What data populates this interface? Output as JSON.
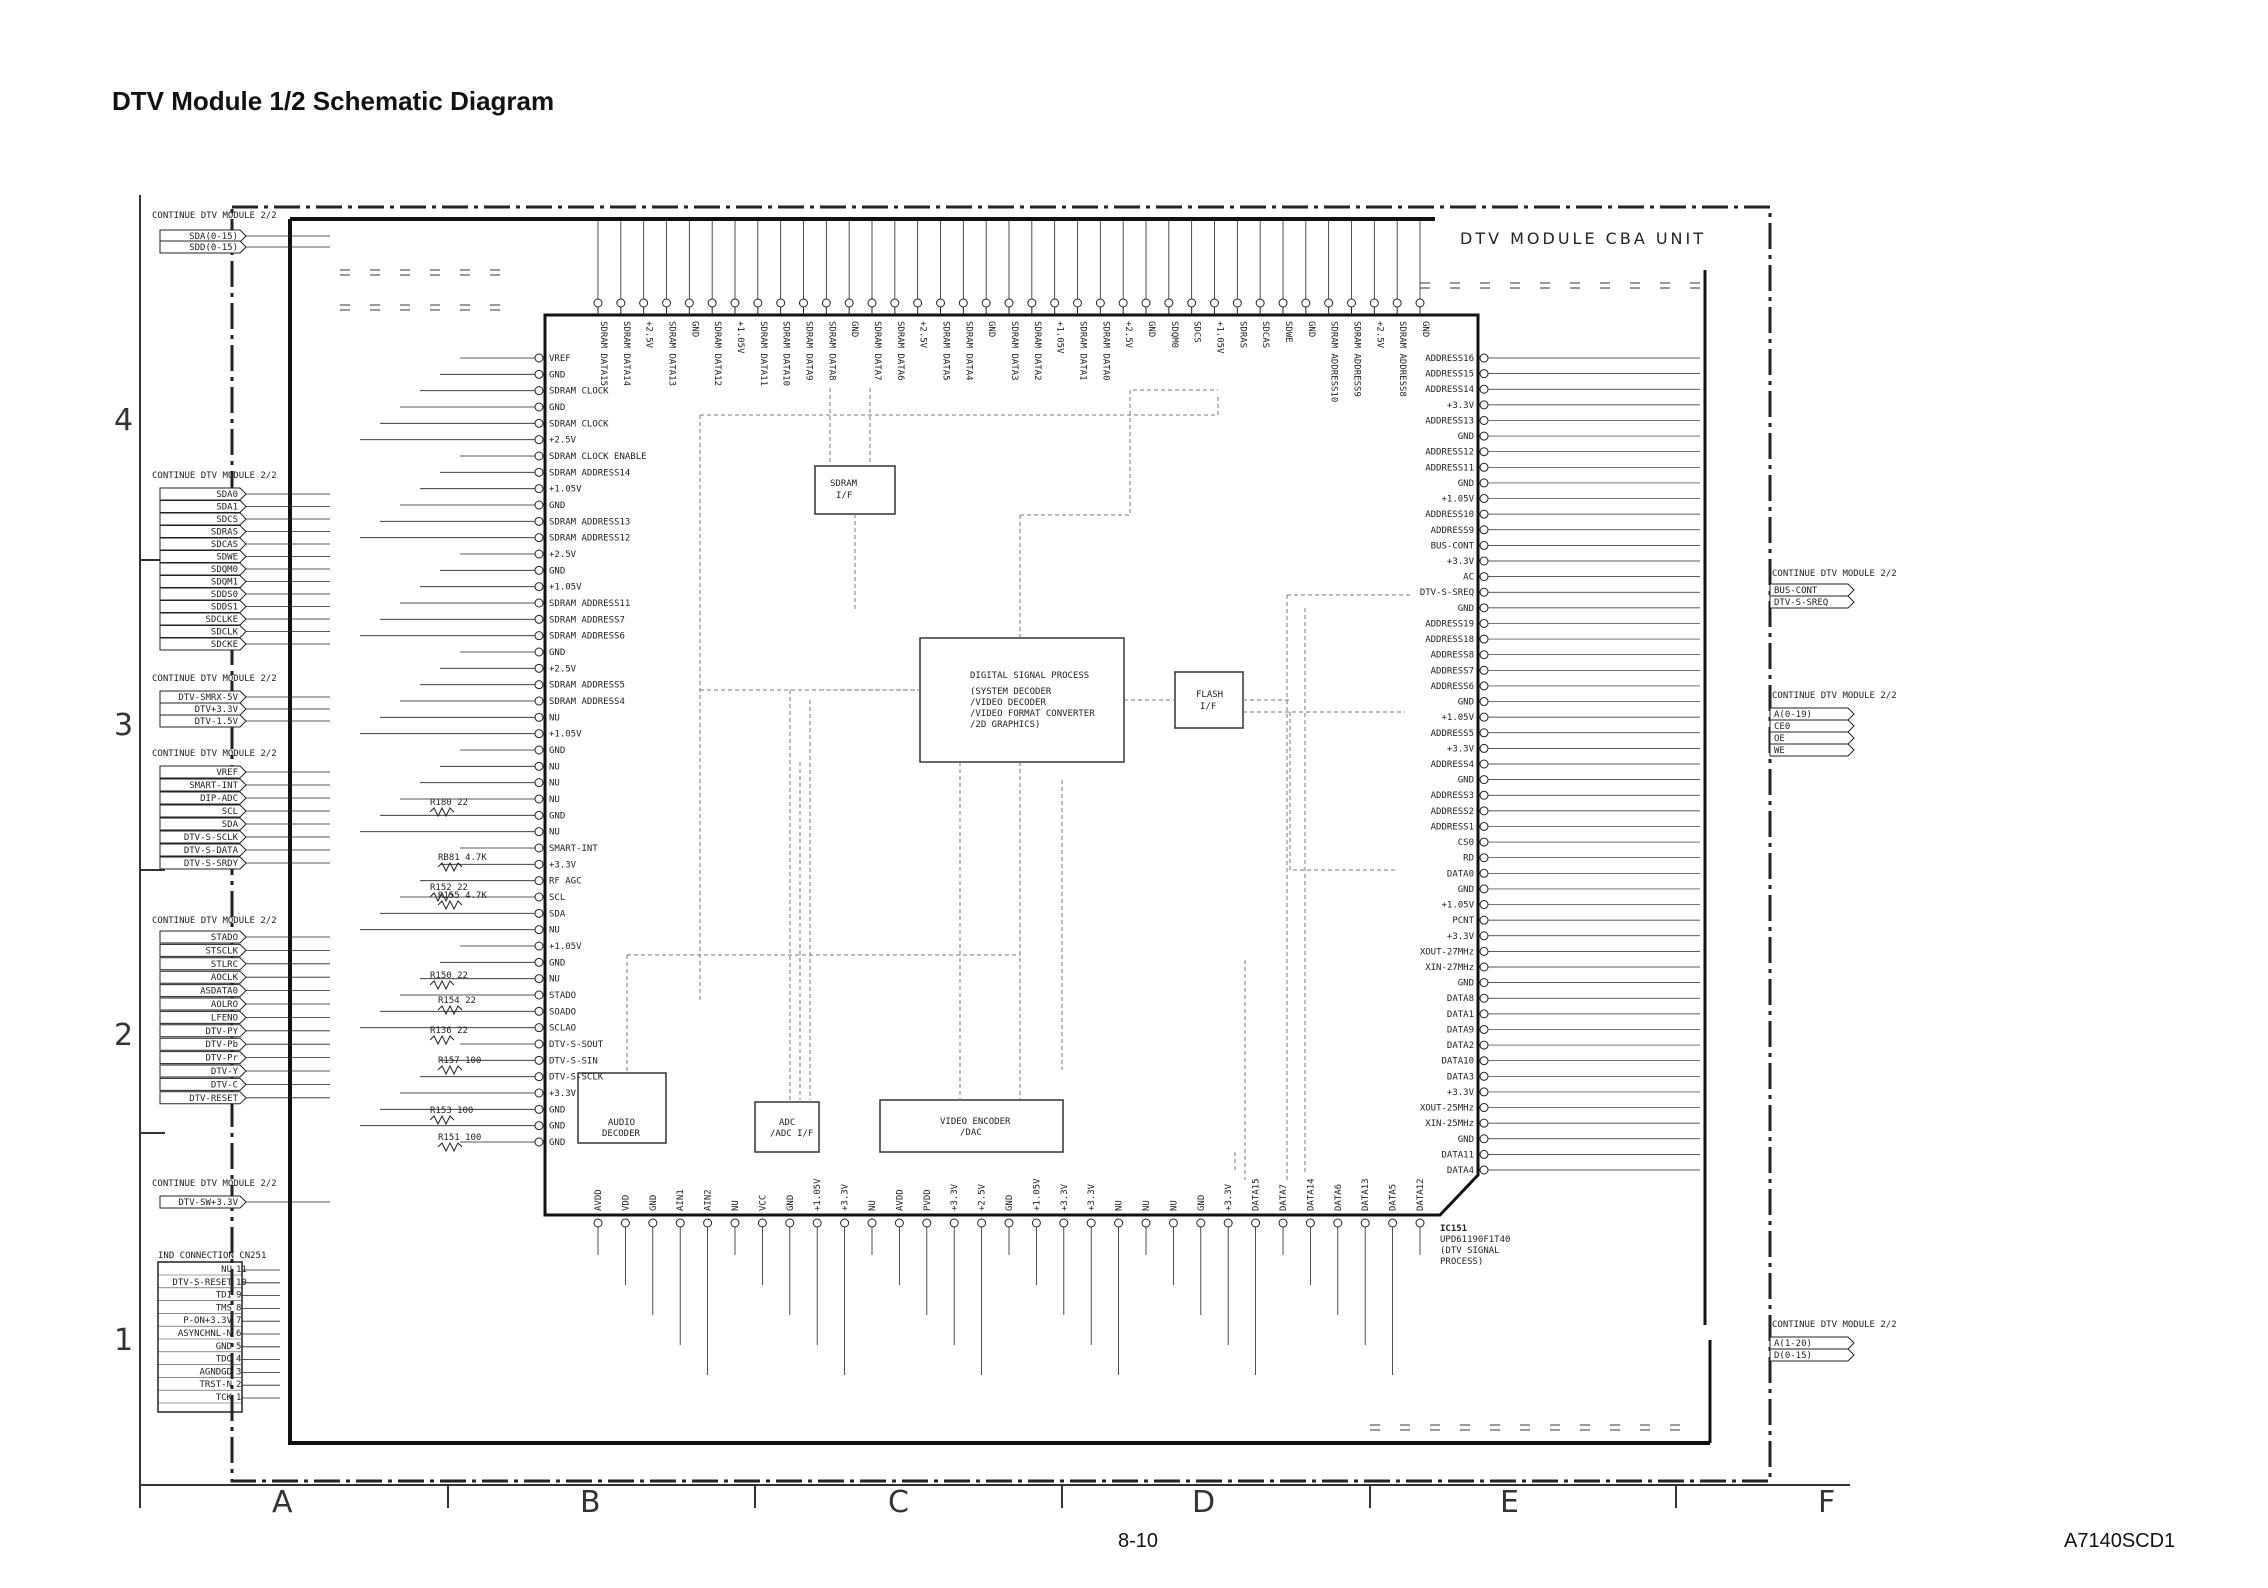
{
  "page": {
    "title": "DTV Module 1/2 Schematic Diagram",
    "page_number": "8-10",
    "doc_code": "A7140SCD1"
  },
  "board": {
    "title": "DTV MODULE CBA UNIT"
  },
  "grid": {
    "columns": [
      "A",
      "B",
      "C",
      "D",
      "E",
      "F"
    ],
    "rows": [
      "4",
      "3",
      "2",
      "1"
    ]
  },
  "ic": {
    "ref": "IC151",
    "part": "UPD61190F1T40",
    "desc_lines": [
      "(DTV SIGNAL",
      "PROCESS)"
    ]
  },
  "blocks": {
    "sdram_if": [
      "SDRAM",
      "I/F"
    ],
    "dsp": [
      "DIGITAL SIGNAL PROCESS",
      "(SYSTEM DECODER",
      "/VIDEO DECODER",
      "/VIDEO FORMAT CONVERTER",
      "/2D GRAPHICS)"
    ],
    "flash": [
      "FLASH",
      "I/F"
    ],
    "audio": [
      "AUDIO",
      "DECODER"
    ],
    "adc": [
      "ADC",
      "/ADC I/F"
    ],
    "video_encoder": [
      "VIDEO ENCODER",
      "/DAC"
    ]
  },
  "continue_labels": {
    "top_left": "CONTINUE DTV MODULE 2/2",
    "bus_top": [
      "SDA(0-15)",
      "SDD(0-15)"
    ],
    "grp1": [
      "SDA0",
      "SDA1",
      "SDCS",
      "SDRAS",
      "SDCAS",
      "SDWE",
      "SDQM0",
      "SDQM1",
      "SDDS0",
      "SDDS1",
      "SDCLKE",
      "SDCLK",
      "SDCKE"
    ],
    "grp2": [
      "DTV-SMRX-5V",
      "DTV+3.3V",
      "DTV-1.5V"
    ],
    "grp3": [
      "VREF",
      "SMART-INT",
      "DIP-ADC",
      "SCL",
      "SDA",
      "DTV-S-SCLK",
      "DTV-S-DATA",
      "DTV-S-SRDY"
    ],
    "grp4": [
      "STADO",
      "STSCLK",
      "STLRC",
      "AOCLK",
      "ASDATA0",
      "AOLRO",
      "LFENO",
      "DTV-PY",
      "DTV-Pb",
      "DTV-Pr",
      "DTV-Y",
      "DTV-C",
      "DTV-RESET"
    ],
    "grp5": [
      "DTV-SW+3.3V"
    ],
    "right_bus": [
      "BUS-CONT",
      "DTV-S-SREQ"
    ],
    "right_grp2": [
      "A(0-19)",
      "CE0",
      "OE",
      "WE"
    ],
    "right_grp3": [
      "A(1-20)",
      "D(0-15)"
    ]
  },
  "ic_top_pins": [
    "SDRAM DATA15",
    "SDRAM DATA14",
    "+2.5V",
    "SDRAM DATA13",
    "GND",
    "SDRAM DATA12",
    "+1.05V",
    "SDRAM DATA11",
    "SDRAM DATA10",
    "SDRAM DATA9",
    "SDRAM DATA8",
    "GND",
    "SDRAM DATA7",
    "SDRAM DATA6",
    "+2.5V",
    "SDRAM DATA5",
    "SDRAM DATA4",
    "GND",
    "SDRAM DATA3",
    "SDRAM DATA2",
    "+1.05V",
    "SDRAM DATA1",
    "SDRAM DATA0",
    "+2.5V",
    "GND",
    "SDQM0",
    "SDCS",
    "+1.05V",
    "SDRAS",
    "SDCAS",
    "SDWE",
    "GND",
    "SDRAM ADDRESS10",
    "SDRAM ADDRESS9",
    "+2.5V",
    "SDRAM ADDRESS8",
    "GND"
  ],
  "ic_left_pins": [
    "VREF",
    "GND",
    "SDRAM CLOCK",
    "GND",
    "SDRAM CLOCK",
    "+2.5V",
    "SDRAM CLOCK ENABLE",
    "SDRAM ADDRESS14",
    "+1.05V",
    "GND",
    "SDRAM ADDRESS13",
    "SDRAM ADDRESS12",
    "+2.5V",
    "GND",
    "+1.05V",
    "SDRAM ADDRESS11",
    "SDRAM ADDRESS7",
    "SDRAM ADDRESS6",
    "GND",
    "+2.5V",
    "SDRAM ADDRESS5",
    "SDRAM ADDRESS4",
    "NU",
    "+1.05V",
    "GND",
    "NU",
    "NU",
    "NU",
    "GND",
    "NU",
    "SMART-INT",
    "+3.3V",
    "RF AGC",
    "SCL",
    "SDA",
    "NU",
    "+1.05V",
    "GND",
    "NU",
    "STADO",
    "SOADO",
    "SCLAO",
    "DTV-S-SOUT",
    "DTV-S-SIN",
    "DTV-S-SCLK",
    "+3.3V",
    "GND",
    "GND",
    "GND"
  ],
  "ic_right_pins": [
    "ADDRESS16",
    "ADDRESS15",
    "ADDRESS14",
    "+3.3V",
    "ADDRESS13",
    "GND",
    "ADDRESS12",
    "ADDRESS11",
    "GND",
    "+1.05V",
    "ADDRESS10",
    "ADDRESS9",
    "BUS-CONT",
    "+3.3V",
    "AC",
    "DTV-S-SREQ",
    "GND",
    "ADDRESS19",
    "ADDRESS18",
    "ADDRESS8",
    "ADDRESS7",
    "ADDRESS6",
    "GND",
    "+1.05V",
    "ADDRESS5",
    "+3.3V",
    "ADDRESS4",
    "GND",
    "ADDRESS3",
    "ADDRESS2",
    "ADDRESS1",
    "CS0",
    "RD",
    "DATA0",
    "GND",
    "+1.05V",
    "PCNT",
    "+3.3V",
    "XOUT-27MHz",
    "XIN-27MHz",
    "GND",
    "DATA8",
    "DATA1",
    "DATA9",
    "DATA2",
    "DATA10",
    "DATA3",
    "+3.3V",
    "XOUT-25MHz",
    "XIN-25MHz",
    "GND",
    "DATA11",
    "DATA4"
  ],
  "ic_bottom_pins": [
    "AVDD",
    "VDD",
    "GND",
    "AIN1",
    "AIN2",
    "NU",
    "VCC",
    "GND",
    "+1.05V",
    "+3.3V",
    "NU",
    "AVDD",
    "PVDD",
    "+3.3V",
    "+2.5V",
    "GND",
    "+1.05V",
    "+3.3V",
    "+3.3V",
    "NU",
    "NU",
    "NU",
    "GND",
    "+3.3V",
    "DATA15",
    "DATA7",
    "DATA14",
    "DATA6",
    "DATA13",
    "DATA5",
    "DATA12"
  ],
  "resistors_left": [
    "R180 22",
    "RB81 4.7K",
    "R152 22",
    "R155 4.7K",
    "R150 22",
    "R154 22",
    "R136 22",
    "R157 100",
    "R153 100",
    "R151 100"
  ],
  "conn": {
    "title": "IND CONNECTION CN251",
    "pins": [
      "NU",
      "DTV-S-RESET",
      "TDI",
      "TMS",
      "P-ON+3.3V",
      "ASYNCHNL-N",
      "GND",
      "TDO",
      "AGNDGD",
      "TRST-N",
      "TCK"
    ]
  }
}
